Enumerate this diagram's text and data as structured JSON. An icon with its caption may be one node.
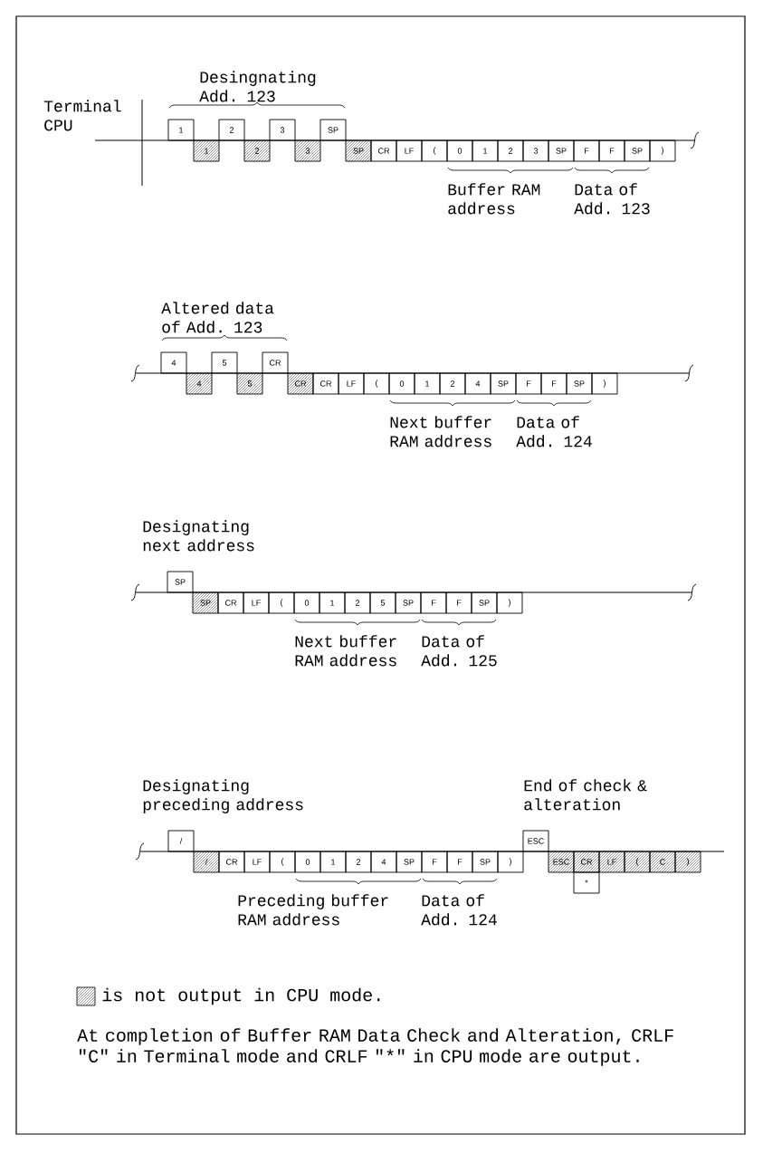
{
  "diagram": {
    "nodes": [
      {
        "text": [
          "1"
        ]
      },
      {
        "text": [
          "1"
        ]
      },
      {
        "text": [
          "2"
        ]
      },
      {
        "text": [
          "2"
        ]
      },
      {
        "text": [
          "3"
        ]
      },
      {
        "text": [
          "3"
        ]
      },
      {
        "text": [
          "SP"
        ]
      },
      {
        "text": [
          "SP"
        ]
      },
      {
        "text": [
          "CR"
        ]
      },
      {
        "text": [
          "LF"
        ]
      },
      {
        "text": [
          "("
        ]
      },
      {
        "text": [
          "0"
        ]
      },
      {
        "text": [
          "1"
        ]
      },
      {
        "text": [
          "2"
        ]
      },
      {
        "text": [
          "3"
        ]
      },
      {
        "text": [
          "SP"
        ]
      },
      {
        "text": [
          "F"
        ]
      },
      {
        "text": [
          "F"
        ]
      },
      {
        "text": [
          "SP"
        ]
      },
      {
        "text": [
          ")"
        ]
      },
      {
        "text": [
          "4"
        ]
      },
      {
        "text": [
          "4"
        ]
      },
      {
        "text": [
          "5"
        ]
      },
      {
        "text": [
          "5"
        ]
      },
      {
        "text": [
          "CR"
        ]
      },
      {
        "text": [
          "CR"
        ]
      },
      {
        "text": [
          "CR"
        ]
      },
      {
        "text": [
          "LF"
        ]
      },
      {
        "text": [
          "("
        ]
      },
      {
        "text": [
          "0"
        ]
      },
      {
        "text": [
          "1"
        ]
      },
      {
        "text": [
          "2"
        ]
      },
      {
        "text": [
          "4"
        ]
      },
      {
        "text": [
          "SP"
        ]
      },
      {
        "text": [
          "F"
        ]
      },
      {
        "text": [
          "F"
        ]
      },
      {
        "text": [
          "SP"
        ]
      },
      {
        "text": [
          ")"
        ]
      },
      {
        "text": [
          "SP"
        ]
      },
      {
        "text": [
          "SP"
        ]
      },
      {
        "text": [
          "CR"
        ]
      },
      {
        "text": [
          "LF"
        ]
      },
      {
        "text": [
          "("
        ]
      },
      {
        "text": [
          "0"
        ]
      },
      {
        "text": [
          "1"
        ]
      },
      {
        "text": [
          "2"
        ]
      },
      {
        "text": [
          "5"
        ]
      },
      {
        "text": [
          "SP"
        ]
      },
      {
        "text": [
          "F"
        ]
      },
      {
        "text": [
          "F"
        ]
      },
      {
        "text": [
          "SP"
        ]
      },
      {
        "text": [
          ")"
        ]
      },
      {
        "text": [
          "/"
        ]
      },
      {
        "text": [
          "/"
        ]
      },
      {
        "text": [
          "CR"
        ]
      },
      {
        "text": [
          "LF"
        ]
      },
      {
        "text": [
          "("
        ]
      },
      {
        "text": [
          "0"
        ]
      },
      {
        "text": [
          "1"
        ]
      },
      {
        "text": [
          "2"
        ]
      },
      {
        "text": [
          "4"
        ]
      },
      {
        "text": [
          "SP"
        ]
      },
      {
        "text": [
          "F"
        ]
      },
      {
        "text": [
          "F"
        ]
      },
      {
        "text": [
          "SP"
        ]
      },
      {
        "text": [
          ")"
        ]
      },
      {
        "text": [
          "ESC"
        ]
      },
      {
        "text": [
          "ESC"
        ]
      },
      {
        "text": [
          "CR"
        ]
      },
      {
        "text": [
          "*"
        ]
      },
      {
        "text": [
          "LF"
        ]
      },
      {
        "text": [
          "("
        ]
      },
      {
        "text": [
          "C"
        ]
      },
      {
        "text": [
          ")"
        ]
      }
    ],
    "labels": [
      "Desingnating Add. 123",
      "Terminal CPU",
      "Buffer RAM address",
      "Data of Add. 123",
      "Altered data of Add. 123",
      "Next buffer RAM address",
      "Data of Add. 124",
      "Designating next address",
      "Next buffer RAM address",
      "Data of Add. 125",
      "Designating preceding address",
      "End of check & alteration",
      "Preceding buffer RAM address",
      "Data of Add. 124",
      "At completion of Buffer RAM Data Check and Alteration, CRLF \"C\" in Terminal mode and CRLF \"*\" in CPU mode are output."
    ],
    "legend": [
      {
        "text": "is not output in CPU mode."
      }
    ]
  }
}
